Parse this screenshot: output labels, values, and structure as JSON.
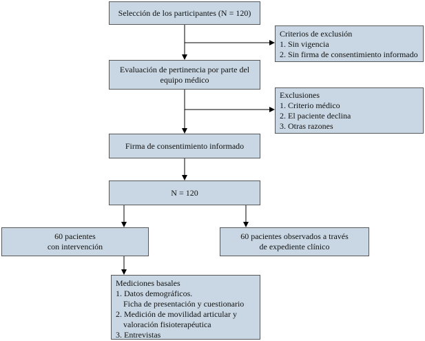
{
  "boxes": {
    "seleccion": "Selección de los participantes (N = 120)",
    "criterios": [
      "Criterios de exclusión",
      "1. Sin vigencia",
      "2. Sin firma de consentimiento informado"
    ],
    "evaluacion": [
      "Evaluación de pertinencia por parte del",
      "equipo médico"
    ],
    "exclusiones": [
      "Exclusiones",
      "1. Criterio médico",
      "2. El paciente declina",
      "3. Otras razones"
    ],
    "firma": "Firma de consentimiento informado",
    "total": "N = 120",
    "intervencion": [
      "60 pacientes",
      "con intervención"
    ],
    "observados": [
      "60 pacientes observados a través",
      "de expediente clínico"
    ],
    "mediciones": [
      "Mediciones basales",
      "1. Datos demográficos.",
      "Ficha de presentación y cuestionario",
      "2. Medición de movilidad articular y",
      "valoración fisioterapéutica",
      "3. Entrevistas"
    ]
  },
  "colors": {
    "box_fill": "#c8d7e3",
    "border": "#555555",
    "arrow": "#000000"
  }
}
